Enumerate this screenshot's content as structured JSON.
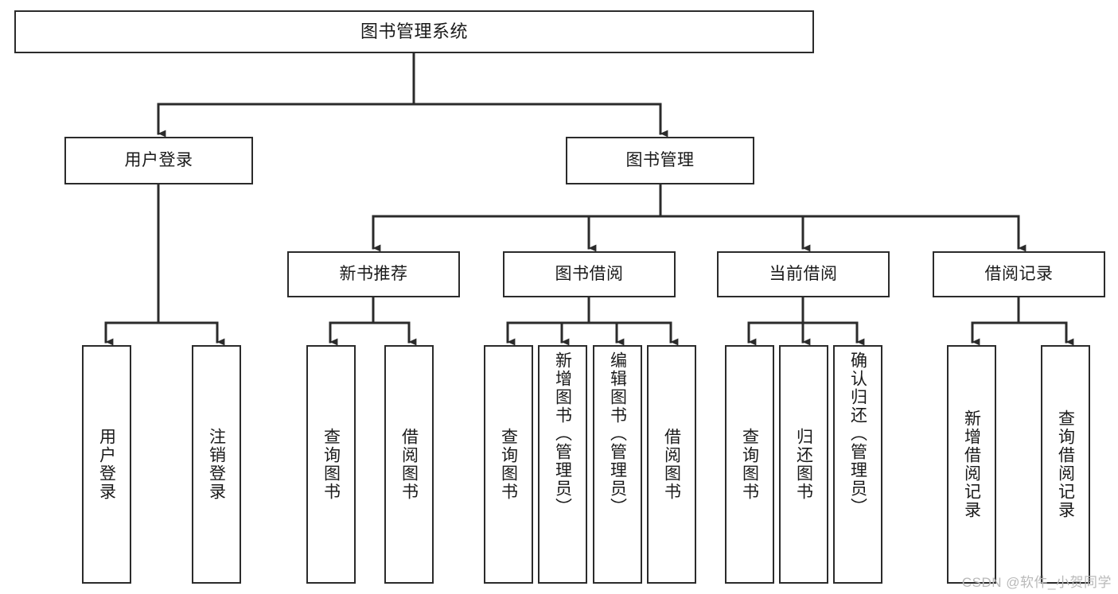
{
  "diagram": {
    "type": "hierarchy-tree",
    "title": "图书管理系统",
    "watermark": "CSDN @软件_小贺同学",
    "colors": {
      "stroke": "#2b2b2b",
      "fill": "#ffffff",
      "text": "#1a1a1a",
      "watermark": "#b9b9b9"
    },
    "levels": [
      {
        "level": 1,
        "nodes": [
          {
            "id": "root",
            "label": "图书管理系统"
          }
        ]
      },
      {
        "level": 2,
        "nodes": [
          {
            "id": "l2-0",
            "label": "用户登录",
            "parent": "root"
          },
          {
            "id": "l2-1",
            "label": "图书管理",
            "parent": "root"
          }
        ]
      },
      {
        "level": 3,
        "nodes": [
          {
            "id": "l3-0",
            "label": "新书推荐",
            "parent": "l2-1"
          },
          {
            "id": "l3-1",
            "label": "图书借阅",
            "parent": "l2-1"
          },
          {
            "id": "l3-2",
            "label": "当前借阅",
            "parent": "l2-1"
          },
          {
            "id": "l3-3",
            "label": "借阅记录",
            "parent": "l2-1"
          }
        ]
      },
      {
        "level": 4,
        "nodes": [
          {
            "id": "l4-0",
            "label": "用户登录",
            "parent": "l2-0"
          },
          {
            "id": "l4-1",
            "label": "注销登录",
            "parent": "l2-0"
          },
          {
            "id": "l4-2",
            "label": "查询图书",
            "parent": "l3-0"
          },
          {
            "id": "l4-3",
            "label": "借阅图书",
            "parent": "l3-0"
          },
          {
            "id": "l4-4",
            "label": "查询图书",
            "parent": "l3-1"
          },
          {
            "id": "l4-5",
            "label": "新增图书（管理员）",
            "parent": "l3-1"
          },
          {
            "id": "l4-6",
            "label": "编辑图书（管理员）",
            "parent": "l3-1"
          },
          {
            "id": "l4-7",
            "label": "借阅图书",
            "parent": "l3-1"
          },
          {
            "id": "l4-8",
            "label": "查询图书",
            "parent": "l3-2"
          },
          {
            "id": "l4-9",
            "label": "归还图书",
            "parent": "l3-2"
          },
          {
            "id": "l4-10",
            "label": "确认归还（管理员）",
            "parent": "l3-2"
          },
          {
            "id": "l4-11",
            "label": "新增借阅记录",
            "parent": "l3-3"
          },
          {
            "id": "l4-12",
            "label": "查询借阅记录",
            "parent": "l3-3"
          }
        ]
      }
    ]
  }
}
